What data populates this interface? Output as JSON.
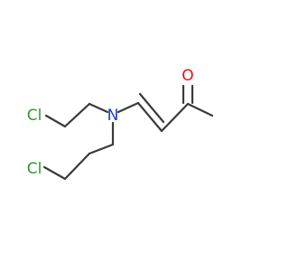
{
  "molecule": {
    "atoms": {
      "cl_top": "Cl",
      "cl_bottom": "Cl",
      "nitrogen": "N",
      "oxygen": "O"
    },
    "colors": {
      "bond": "#3a3a3a",
      "chlorine": "#2e9a2e",
      "nitrogen": "#1f3bbd",
      "oxygen": "#e01010",
      "background": "#ffffff"
    }
  }
}
